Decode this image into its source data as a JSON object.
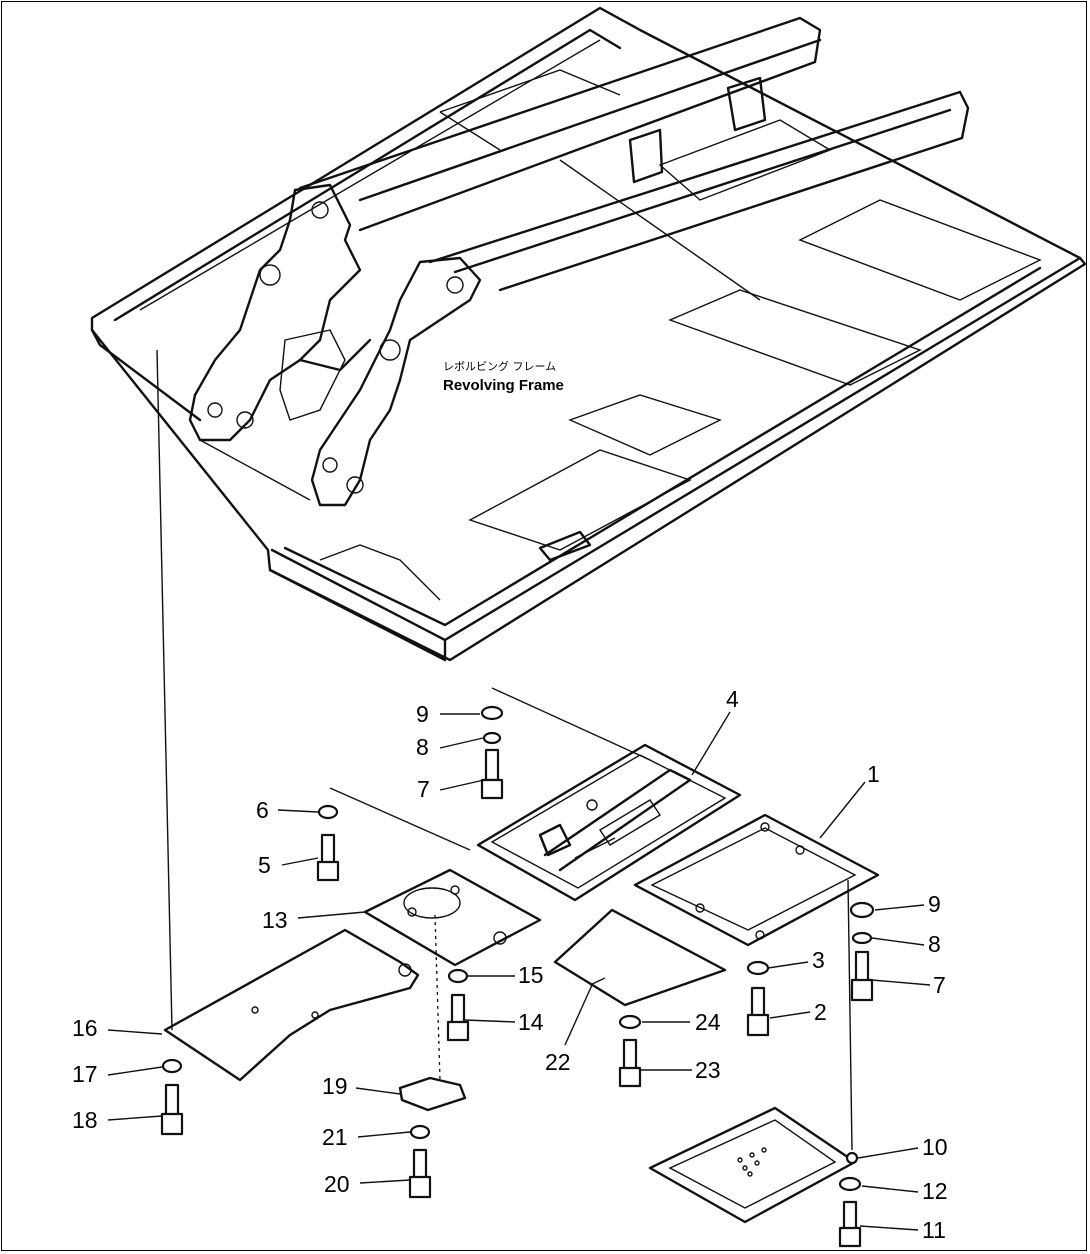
{
  "diagram": {
    "frame_label_jp": "レボルビング フレーム",
    "frame_label_en": "Revolving Frame",
    "callouts": [
      "1",
      "2",
      "3",
      "4",
      "5",
      "6",
      "7",
      "8",
      "9",
      "10",
      "11",
      "12",
      "13",
      "14",
      "15",
      "16",
      "17",
      "18",
      "19",
      "20",
      "21",
      "22",
      "23",
      "24",
      "9",
      "8",
      "7"
    ]
  }
}
